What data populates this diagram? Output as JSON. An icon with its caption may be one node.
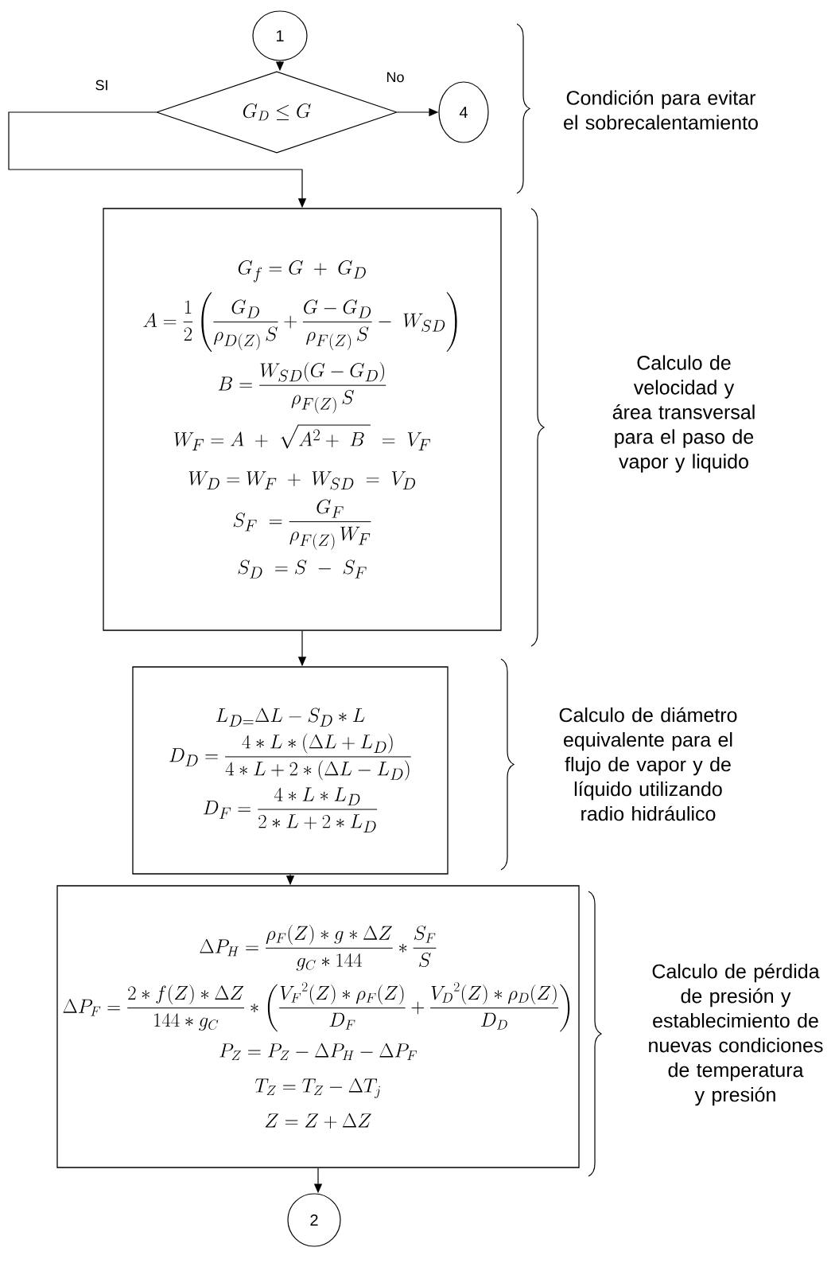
{
  "diagram": {
    "nodes": [
      {
        "text": [
          "1"
        ]
      },
      {
        "text": [
          "G_D \\leq G"
        ]
      },
      {
        "text": [
          "4"
        ]
      },
      {
        "text": [
          "G_f = G \\; + \\; G_D",
          "A = \\frac{1}{2}\\left(\\frac{G_D}{\\rho_{D(Z)}\\,S} + \\frac{G - G_D}{\\rho_{F(Z)}\\,S} - \\; W_{SD}\\right)",
          "B = \\frac{W_{SD}(G - G_D)}{\\rho_{F(Z)}\\,S}",
          "W_F = A \\; + \\; \\sqrt{A^2 + \\; B\\;} \\; = \\; V_F",
          "W_D = W_F \\; + \\; W_{SD} \\; = \\; V_D",
          "S_F \\; = \\frac{G_F}{\\rho_{F(Z)}\\,W_F}",
          "S_D \\; = S \\; - \\; S_F"
        ]
      },
      {
        "text": [
          "L_{D=}\\Delta L - S_D * L",
          "D_D = \\frac{4 * L * (\\Delta L + L_D)}{4 * L + 2 * (\\Delta L - L_D)}",
          "D_F = \\frac{4 * L * L_D}{2 * L + 2 * L_D}"
        ]
      },
      {
        "text": [
          "\\Delta P_H = \\frac{\\rho_F(Z) * g * \\Delta Z}{g_C * 144} * \\frac{S_F}{S}",
          "\\Delta P_F = \\frac{2 * f(Z) * \\Delta Z}{144 * g_C} * \\left(\\frac{{V_F}^2(Z) * \\rho_F(Z)}{D_F} + \\frac{{V_D}^2(Z) * \\rho_D(Z)}{D_D}\\right)",
          "P_Z = P_Z - \\Delta P_H - \\Delta P_F",
          "T_Z = T_Z - \\Delta T_j",
          "Z = Z + \\Delta Z"
        ]
      },
      {
        "text": [
          "2"
        ]
      }
    ],
    "edges": [
      {
        "from": 0,
        "to": 1,
        "arrow": "to"
      },
      {
        "from": 1,
        "to": 2,
        "arrow": "to",
        "label": "No"
      },
      {
        "from": 1,
        "to": 3,
        "arrow": "to",
        "label": "SI"
      },
      {
        "from": 3,
        "to": 4,
        "arrow": "to"
      },
      {
        "from": 4,
        "to": 5,
        "arrow": "to"
      },
      {
        "from": 5,
        "to": 6,
        "arrow": "to"
      }
    ],
    "labels": [
      "Condición para evitar el sobrecalentamiento",
      "Calculo de velocidad y área transversal para el paso de vapor y liquido",
      "Calculo de diámetro equivalente para el flujo de vapor y de líquido utilizando radio hidráulico",
      "Calculo de pérdida de presión y establecimiento de nuevas condiciones de temperatura y presión"
    ]
  }
}
